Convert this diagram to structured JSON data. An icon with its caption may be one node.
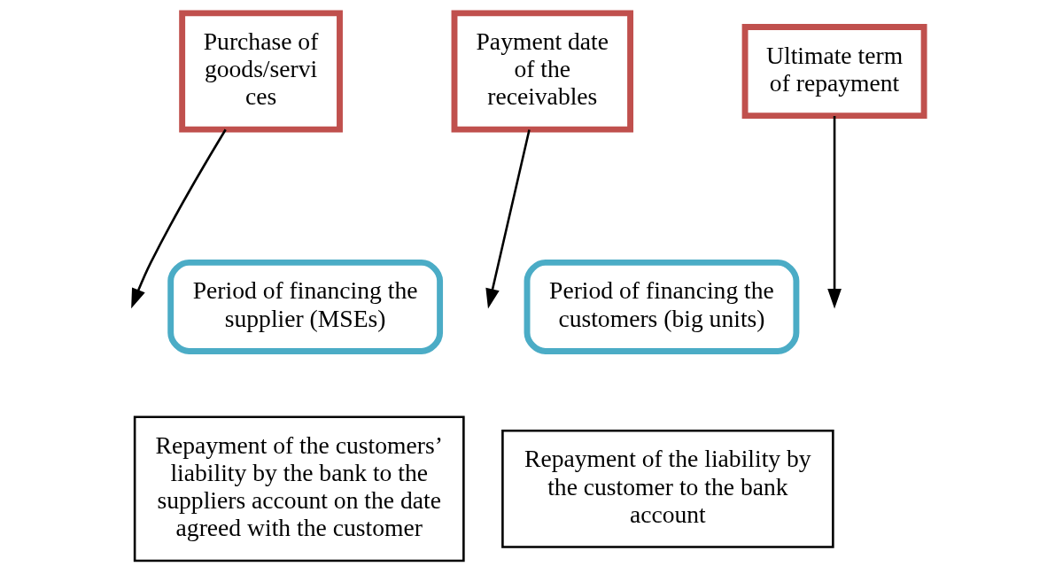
{
  "diagram": {
    "nodes": [
      {
        "text": [
          "Purchase of goods/servi ces"
        ]
      },
      {
        "text": [
          "Payment date of the receivables"
        ]
      },
      {
        "text": [
          "Ultimate term of repayment"
        ]
      },
      {
        "text": [
          "Period of financing the supplier (MSEs)"
        ]
      },
      {
        "text": [
          "Period of financing the customers (big units)"
        ]
      },
      {
        "text": [
          "Repayment of the customers’ liability by the bank to the suppliers account on the date agreed with the customer"
        ]
      },
      {
        "text": [
          "Repayment of the liability by the customer to the bank account"
        ]
      }
    ],
    "edges": [
      {
        "from": 0,
        "to": null,
        "arrow": "to"
      },
      {
        "from": 1,
        "to": null,
        "arrow": "to"
      },
      {
        "from": 2,
        "to": null,
        "arrow": "to"
      }
    ]
  }
}
